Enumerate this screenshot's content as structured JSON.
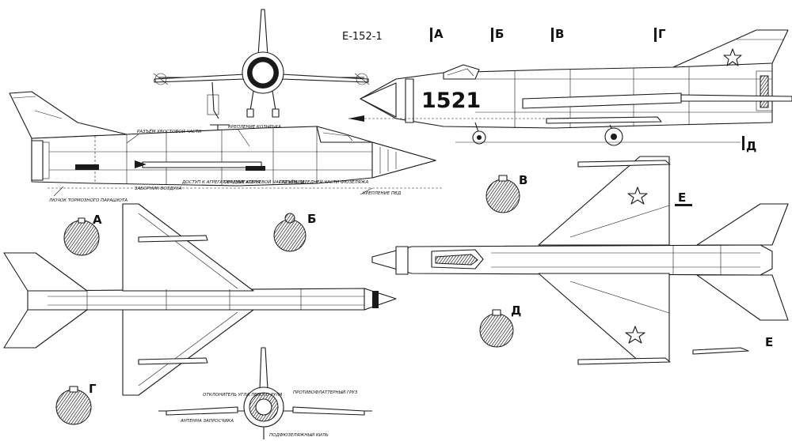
{
  "drawing": {
    "title": "E-152-1",
    "tail_number": "1521",
    "section_markers": [
      "А",
      "Б",
      "В",
      "Г",
      "Д",
      "Е"
    ],
    "section_labels": {
      "A": "А",
      "B": "Б",
      "V": "В",
      "G": "Г",
      "D": "Д",
      "E": "Е"
    },
    "callouts": {
      "tail_joint": "РАЗЪЁМ ХВОСТОВОЙ ЧАСТИ",
      "canopy_mount": "КРЕПЛЕНИЕ КОЗЫРЬКА",
      "brake_chute": "ЛЮЧОК ТОРМОЗНОГО ПАРАШЮТА",
      "air_intake_doors": "ЗАБОРНИК ВОЗДУХА",
      "engine_access": "ДОСТУП К АГРЕГАТАМ ДВИГАТЕЛЯ",
      "wing_root_section": "СЕЧЕНИЕ КОРНЕВОЙ ЧАСТИ КРЫЛА",
      "forward_fuselage_joint": "РАЗЪЁМ ПЕРЕДНЕЙ ЧАСТИ ФЮЗЕЛЯЖА",
      "pvd_mount": "КРЕПЛЕНИЕ ПВД",
      "elevator_deflector": "ОТКЛОНИТЕЛЬ УГЛА ЛЕВОГО РУЛЯ",
      "antiflutter_weight": "ПРОТИВОФЛАТТЕРНЫЙ ГРУЗ",
      "ventral_fin": "ПОДФЮЗЕЛЯЖНЫЙ КИЛЬ",
      "radio_antenna": "АНТЕННА ЗАПРОСЧИКА"
    }
  },
  "colors": {
    "ink": "#1a1a1a",
    "paper": "#ffffff"
  }
}
